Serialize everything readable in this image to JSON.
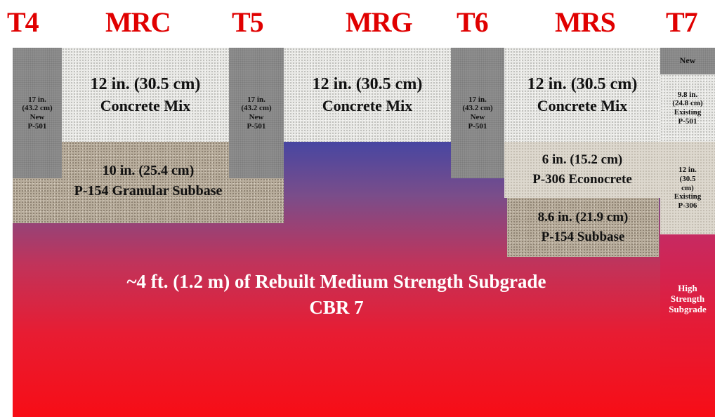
{
  "headers": {
    "t4": "T4",
    "mrc": "MRC",
    "t5": "T5",
    "mrg": "MRG",
    "t6": "T6",
    "mrs": "MRS",
    "t7": "T7"
  },
  "colors": {
    "header": "#e00000",
    "subgrade_top": "#4646a2",
    "subgrade_bottom": "#f70d16"
  },
  "t4": {
    "l1": "17 in.",
    "l2": "(43.2 cm)",
    "l3": "New",
    "l4": "P-501"
  },
  "t5": {
    "l1": "17 in.",
    "l2": "(43.2 cm)",
    "l3": "New",
    "l4": "P-501"
  },
  "t6": {
    "l1": "17 in.",
    "l2": "(43.2 cm)",
    "l3": "New",
    "l4": "P-501"
  },
  "mrc": {
    "concrete": {
      "l1": "12 in. (30.5 cm)",
      "l2": "Concrete Mix"
    },
    "subbase": {
      "l1": "10 in. (25.4 cm)",
      "l2": "P-154 Granular Subbase"
    }
  },
  "mrg": {
    "concrete": {
      "l1": "12 in. (30.5 cm)",
      "l2": "Concrete Mix"
    }
  },
  "mrs": {
    "concrete": {
      "l1": "12 in. (30.5 cm)",
      "l2": "Concrete Mix"
    },
    "econocrete": {
      "l1": "6 in. (15.2 cm)",
      "l2": "P-306 Econocrete"
    },
    "subbase": {
      "l1": "8.6 in. (21.9 cm)",
      "l2": "P-154 Subbase"
    }
  },
  "t7": {
    "new": "New",
    "existing501": {
      "l1": "9.8 in.",
      "l2": "(24.8 cm)",
      "l3": "Existing",
      "l4": "P-501"
    },
    "existing306": {
      "l1": "12 in.",
      "l2": "(30.5",
      "l3": "cm)",
      "l4": "Existing",
      "l5": "P-306"
    },
    "subgrade": {
      "l1": "High",
      "l2": "Strength",
      "l3": "Subgrade"
    }
  },
  "subgrade": {
    "l1": "~4 ft. (1.2 m) of Rebuilt Medium Strength Subgrade",
    "l2": "CBR 7"
  }
}
